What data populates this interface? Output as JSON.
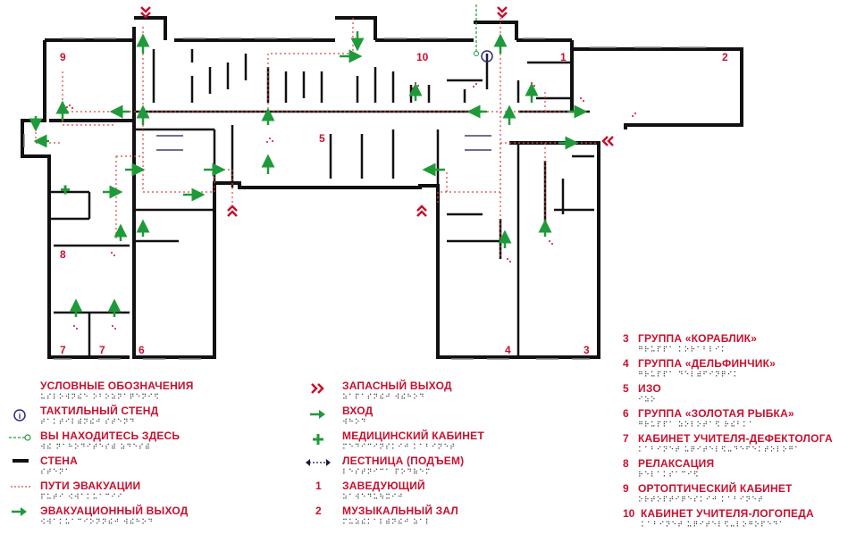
{
  "room_numbers": [
    "1",
    "2",
    "3",
    "4",
    "5",
    "6",
    "7",
    "7",
    "8",
    "9",
    "10"
  ],
  "legend_left": [
    {
      "title": "УСЛОВНЫЕ ОБОЗНАЧЕНИЯ",
      "braille": "⠥⠎⠇⠕⠺⠝⠮⠑ ⠕⠃⠕⠵⠝⠁⠟⠑⠝⠊⠫",
      "icon": "none"
    },
    {
      "title": "ТАКТИЛЬНЫЙ СТЕНД",
      "braille": "⠞⠁⠅⠞⠊⠇⠾⠝⠮⠚ ⠎⠞⠑⠝⠙",
      "icon": "info-icon"
    },
    {
      "title": "ВЫ НАХОДИТЕСЬ ЗДЕСЬ",
      "braille": "⠺⠮ ⠝⠁⠓⠕⠙⠊⠞⠑⠎⠾ ⠵⠙⠑⠎⠾",
      "icon": "you-are-here-icon"
    },
    {
      "title": "СТЕНА",
      "braille": "⠎⠞⠑⠝⠁",
      "icon": "wall-icon"
    },
    {
      "title": "ПУТИ ЭВАКУАЦИИ",
      "braille": "⠏⠥⠞⠊ ⠪⠺⠁⠅⠥⠁⠉⠊⠊",
      "icon": "evacuation-path-icon"
    },
    {
      "title": "ЭВАКУАЦИОННЫЙ ВЫХОД",
      "braille": "⠪⠺⠁⠅⠥⠁⠉⠊⠕⠝⠝⠮⠚ ⠺⠮⠓⠕⠙",
      "icon": "evacuation-exit-arrow-icon"
    }
  ],
  "legend_mid": [
    {
      "title": "ЗАПАСНЫЙ ВЫХОД",
      "braille": "⠵⠁⠏⠁⠎⠝⠮⠚ ⠺⠮⠓⠕⠙",
      "icon": "spare-exit-icon"
    },
    {
      "title": "ВХОД",
      "braille": "⠺⠓⠕⠙",
      "icon": "entrance-arrow-icon"
    },
    {
      "title": "МЕДИЦИНСКИЙ КАБИНЕТ",
      "braille": "⠍⠑⠙⠊⠉⠊⠝⠎⠅⠊⠚ ⠅⠁⠃⠊⠝⠑⠞",
      "icon": "medical-cross-icon"
    },
    {
      "title": "ЛЕСТНИЦА (ПОДЪЕМ)",
      "braille": "⠇⠑⠎⠞⠝⠊⠉⠁ ⠏⠕⠙⠷⠑⠍",
      "icon": "stairs-icon"
    },
    {
      "title": "ЗАВЕДУЮЩИЙ",
      "braille": "⠵⠁⠺⠑⠙⠥⠳⠭⠊⠚",
      "num": "1"
    },
    {
      "title": "МУЗЫКАЛЬНЫЙ ЗАЛ",
      "braille": "⠍⠥⠵⠮⠅⠁⠇⠾⠝⠮⠚ ⠵⠁⠇",
      "num": "2"
    }
  ],
  "legend_right": [
    {
      "num": "3",
      "title": "ГРУППА «КОРАБЛИК»",
      "braille": "⠛⠗⠥⠏⠏⠁ ⠅⠕⠗⠁⠃⠇⠊⠅"
    },
    {
      "num": "4",
      "title": "ГРУППА «ДЕЛЬФИНЧИК»",
      "braille": "⠛⠗⠥⠏⠏⠁ ⠙⠑⠇⠾⠋⠊⠝⠟⠊⠅"
    },
    {
      "num": "5",
      "title": "ИЗО",
      "braille": "⠊⠵⠕"
    },
    {
      "num": "6",
      "title": "ГРУППА «ЗОЛОТАЯ РЫБКА»",
      "braille": "⠛⠗⠥⠏⠏⠁ ⠵⠕⠇⠕⠞⠁⠫ ⠗⠮⠃⠅⠁"
    },
    {
      "num": "7",
      "title": "КАБИНЕТ УЧИТЕЛЯ-ДЕФЕКТОЛОГА",
      "braille": "⠅⠁⠃⠊⠝⠑⠞ ⠥⠟⠊⠞⠑⠇⠫⠤⠙⠑⠋⠑⠅⠞⠕⠇⠕⠛⠁"
    },
    {
      "num": "8",
      "title": "РЕЛАКСАЦИЯ",
      "braille": "⠗⠑⠇⠁⠅⠎⠁⠉⠊⠫"
    },
    {
      "num": "9",
      "title": "ОРТОПТИЧЕСКИЙ КАБИНЕТ",
      "braille": "⠕⠗⠞⠕⠏⠞⠊⠟⠑⠎⠅⠊⠚ ⠅⠁⠃⠊⠝⠑⠞"
    },
    {
      "num": "10",
      "title": "КАБИНЕТ УЧИТЕЛЯ-ЛОГОПЕДА",
      "braille": "⠅⠁⠃⠊⠝⠑⠞ ⠥⠟⠊⠞⠑⠇⠫⠤⠇⠕⠛⠕⠏⠑⠙⠁"
    }
  ],
  "colors": {
    "wall": "#111111",
    "path": "#e0433f",
    "exit_arrow": "#1f9a3a",
    "red": "#c8102e",
    "info": "#2b2b7a"
  }
}
